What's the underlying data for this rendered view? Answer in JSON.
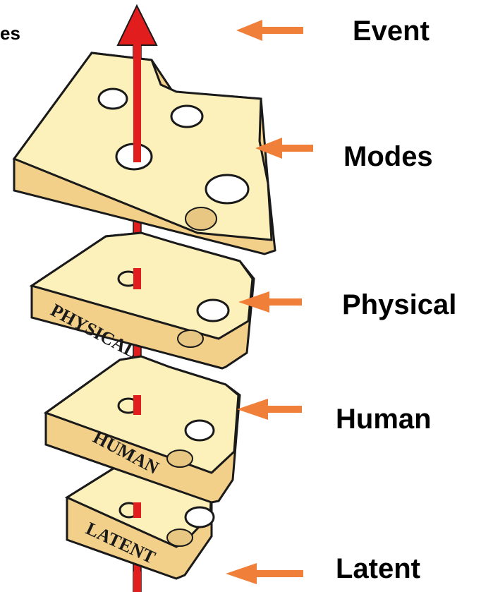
{
  "labels": {
    "cut_text": "es",
    "event": "Event",
    "modes": "Modes",
    "physical": "Physical",
    "human": "Human",
    "latent": "Latent"
  },
  "layer_words": {
    "physical": "PHYSICAL",
    "human": "HUMAN",
    "latent": "LATENT"
  },
  "colors": {
    "cheese_top": "#fdf1bb",
    "cheese_side": "#f2d08a",
    "hole_inner": "#e8c783",
    "arrow_red": "#e21d1d",
    "arrow_orange": "#ef7f39",
    "outline": "#1a1a1a"
  }
}
